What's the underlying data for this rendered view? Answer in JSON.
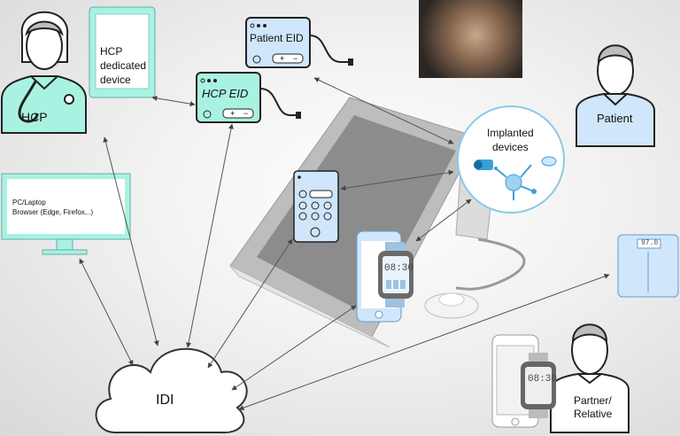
{
  "labels": {
    "hcp": "HCP",
    "hcp_device": [
      "HCP",
      "dedicated",
      "device"
    ],
    "patient_eid": "Patient  EID",
    "hcp_eid": "HCP EID",
    "implanted": [
      "Implanted",
      "devices"
    ],
    "patient": "Patient",
    "pc": [
      "PC/Laptop",
      "Browser (Edge, Firefox,..)"
    ],
    "idi": "IDI",
    "partner": [
      "Partner/",
      "Relative"
    ],
    "watch_time": "08:30",
    "scale_reading": "97.0"
  },
  "colors": {
    "teal_fill": "#a9f2e1",
    "blue_fill": "#cfe6fb",
    "blue_stroke": "#6a9ac8",
    "arrow": "#555555",
    "person_fill": "#ffffff"
  },
  "icons": [
    "hcp-person-icon",
    "tablet-icon",
    "eid-reader-icon",
    "implant-photo",
    "patient-person-icon",
    "laptop-monitor-icon",
    "tablet-base-station",
    "remote-control-icon",
    "smartphone-icon",
    "smartwatch-icon",
    "cloud-icon",
    "scale-icon",
    "partner-person-icon"
  ]
}
